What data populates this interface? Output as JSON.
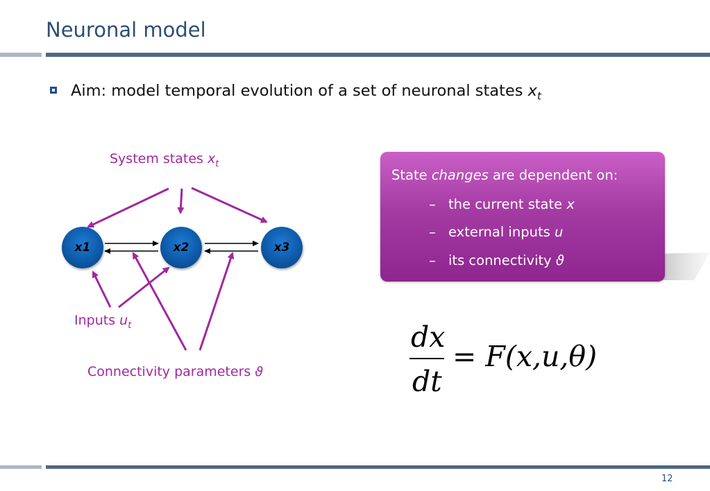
{
  "slide": {
    "title": "Neuronal model",
    "page_number": "12"
  },
  "bullet": {
    "text": "Aim: model temporal evolution of a set of neuronal states ",
    "var": "x",
    "sub": "t"
  },
  "diagram": {
    "system_states_label": "System states ",
    "system_states_var": "x",
    "system_states_sub": "t",
    "inputs_label": "Inputs ",
    "inputs_var": "u",
    "inputs_sub": "t",
    "connectivity_label": "Connectivity parameters ",
    "connectivity_var": "ϑ",
    "nodes": [
      "x1",
      "x2",
      "x3"
    ],
    "arrow_color": "#a0289f"
  },
  "callout": {
    "head_pre": "State ",
    "head_em": "changes",
    "head_post": " are dependent on:",
    "items": [
      {
        "dash": "–",
        "text": "the current state ",
        "var": "x"
      },
      {
        "dash": "–",
        "text": "external inputs ",
        "var": "u"
      },
      {
        "dash": "–",
        "text": "its connectivity ",
        "var": "ϑ"
      }
    ],
    "color": "#a43ba3"
  },
  "equation": {
    "numerator": "dx",
    "denominator": "dt",
    "rhs": "= F(x,u,θ)"
  }
}
